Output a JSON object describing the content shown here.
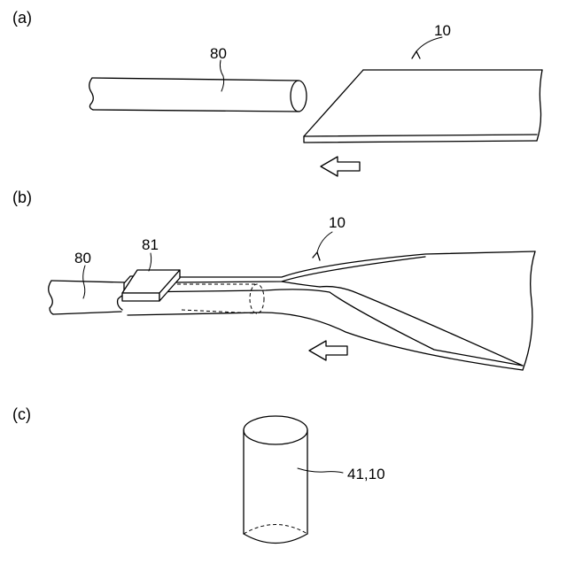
{
  "panels": {
    "a": "(a)",
    "b": "(b)",
    "c": "(c)"
  },
  "labels": {
    "a_rod": "80",
    "a_sheet": "10",
    "b_rod": "80",
    "b_clip": "81",
    "b_sheet": "10",
    "c_cylinder": "41,10"
  }
}
